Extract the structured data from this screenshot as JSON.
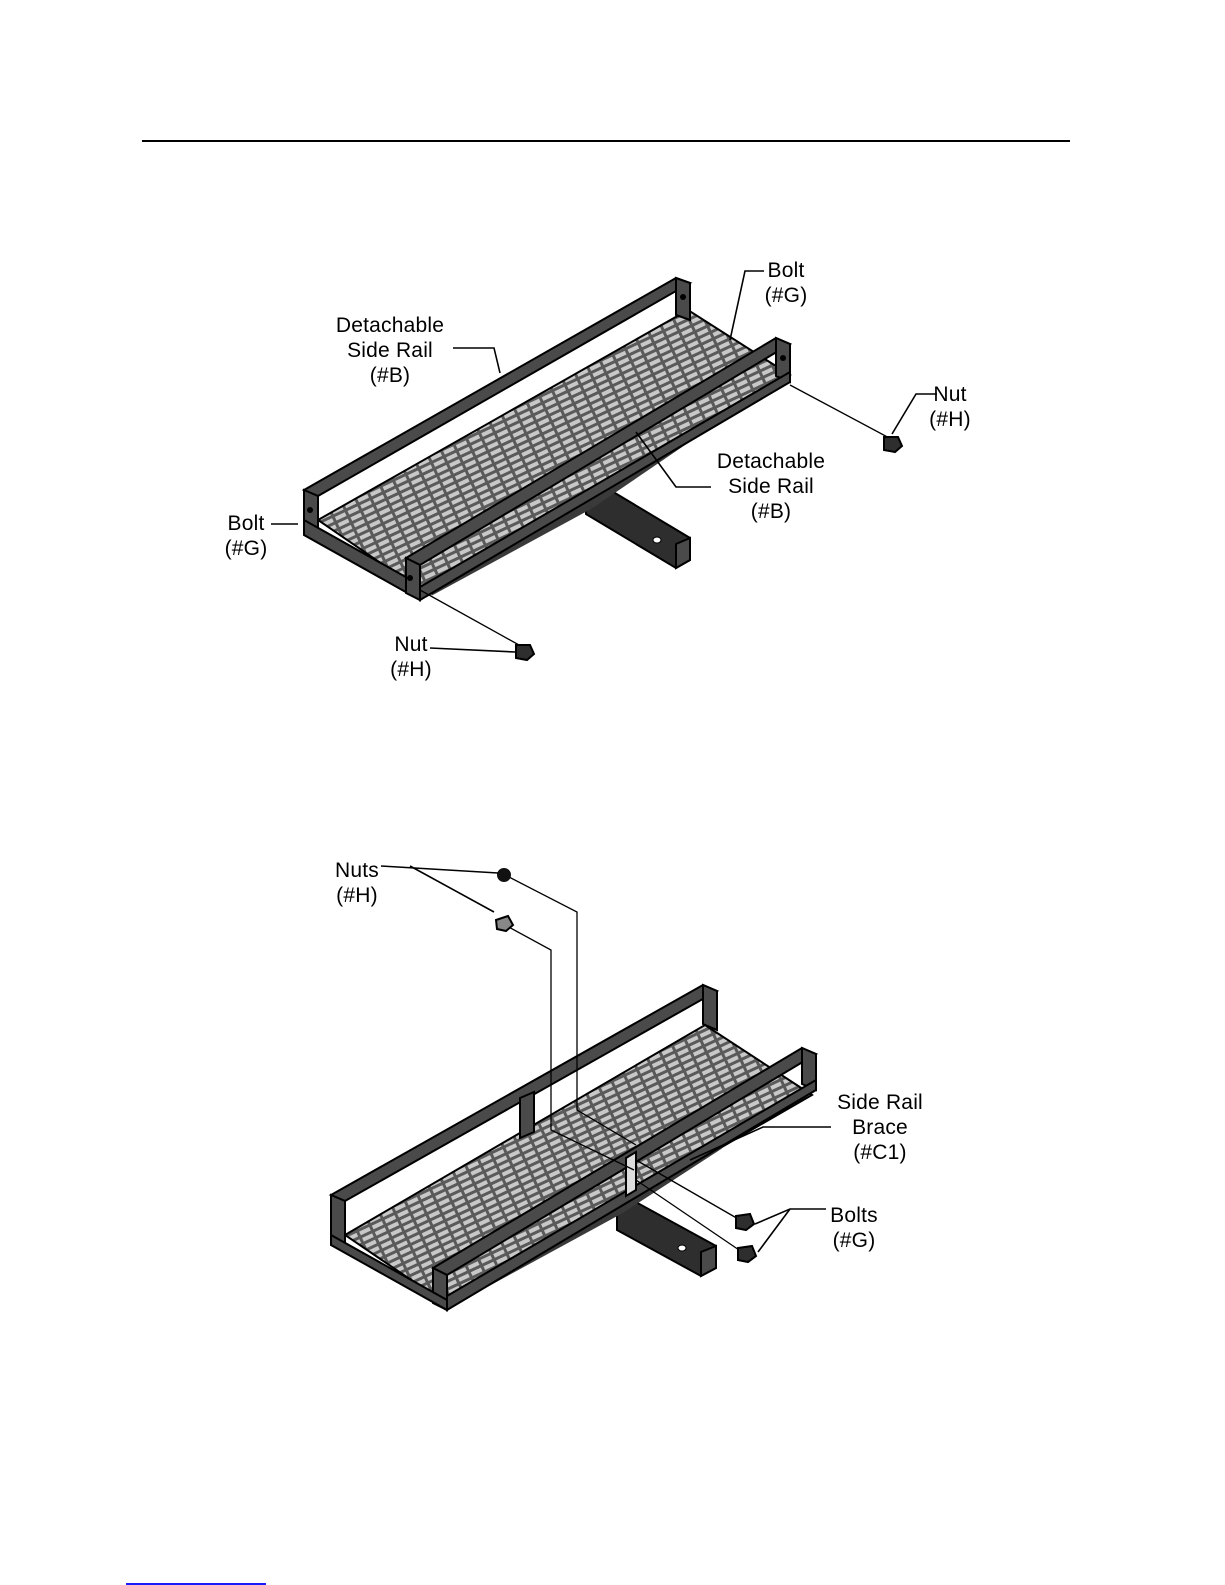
{
  "diagram_top": {
    "labels": {
      "side_rail_left": "Detachable\nSide Rail\n(#B)",
      "side_rail_right": "Detachable\nSide Rail\n(#B)",
      "bolt_top": "Bolt\n(#G)",
      "bolt_left": "Bolt\n(#G)",
      "nut_right": "Nut\n(#H)",
      "nut_bottom": "Nut\n(#H)"
    }
  },
  "diagram_bottom": {
    "labels": {
      "nuts": "Nuts\n(#H)",
      "brace": "Side Rail\nBrace\n(#C1)",
      "bolts": "Bolts\n(#G)"
    }
  },
  "colors": {
    "ink": "#000000",
    "metal": "#4a4a4a",
    "footer_link": "#1a1aff"
  }
}
